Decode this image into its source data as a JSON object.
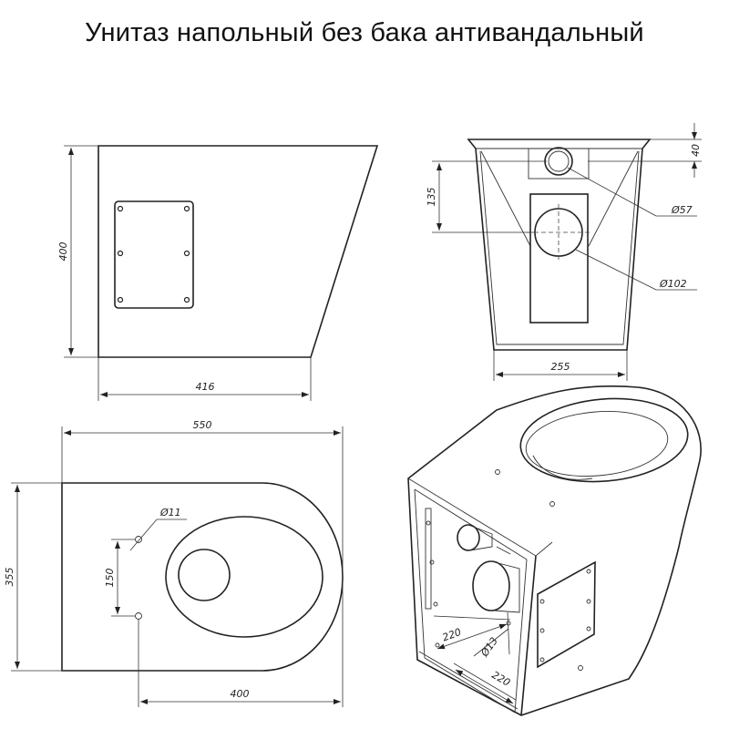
{
  "title": "Унитаз напольный без бака антивандальный",
  "dimensions": {
    "side_height": "400",
    "side_width": "416",
    "front_top_offset": "40",
    "front_center_height": "135",
    "outlet_diameter": "Ø57",
    "drain_diameter": "Ø102",
    "front_base_width": "255",
    "top_length": "550",
    "top_width": "355",
    "hole_diameter": "Ø11",
    "hole_spacing": "150",
    "hole_to_end": "400",
    "iso_width_1": "220",
    "iso_diameter": "Ø13",
    "iso_width_2": "220"
  }
}
